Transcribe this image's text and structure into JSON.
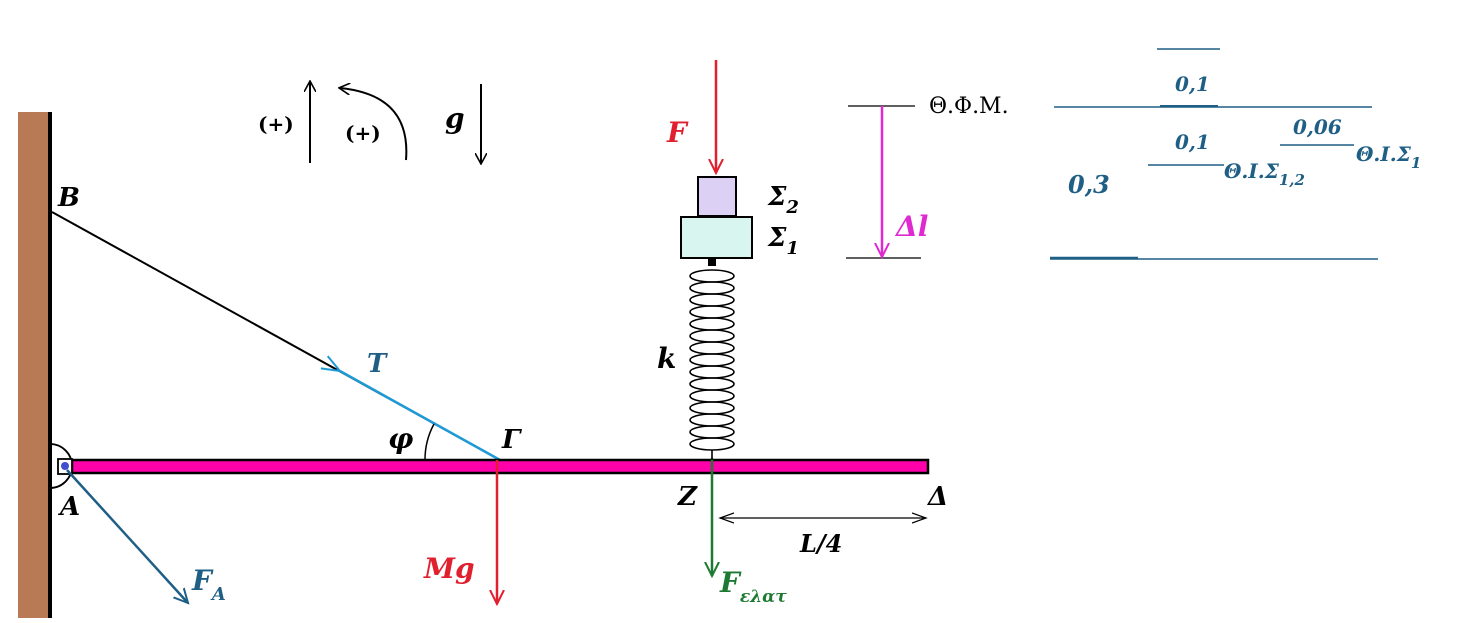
{
  "sign_convention": {
    "linear_positive": "(+)",
    "angular_positive": "(+)",
    "gravity": "g"
  },
  "points": {
    "wall_top": "B",
    "hinge": "A",
    "rod_mid": "Γ",
    "spring_attach": "Z",
    "rod_end": "Δ"
  },
  "forces": {
    "tension": "T",
    "hinge_force_main": "F",
    "hinge_force_sub": "A",
    "weight": "Mg",
    "external": "F",
    "spring_force_main": "F",
    "spring_force_sub": "ελατ"
  },
  "angle": "φ",
  "spring": "k",
  "dimension": "L/4",
  "bodies": {
    "upper_main": "Σ",
    "upper_sub": "2",
    "lower_main": "Σ",
    "lower_sub": "1"
  },
  "compression": "Δl",
  "levels": {
    "natural_length": "Θ.Φ.Μ.",
    "eq12_main": "Θ.Ι.Σ",
    "eq12_sub": "1,2",
    "eq1_main": "Θ.Ι.Σ",
    "eq1_sub": "1",
    "val_a": "0,1",
    "val_b": "0,1",
    "val_c": "0,06",
    "val_d": "0,3"
  },
  "colors": {
    "wall": "#b87a55",
    "rod": "#ff00aa",
    "tension": "#1e9ad6",
    "hinge_force": "#1f5f86",
    "weight": "#e0202f",
    "spring_force": "#1e7a32",
    "compression": "#e02ad0",
    "body_upper": "#ddd0f5",
    "body_lower": "#d8f5f0",
    "level_text": "#1f5f86"
  }
}
